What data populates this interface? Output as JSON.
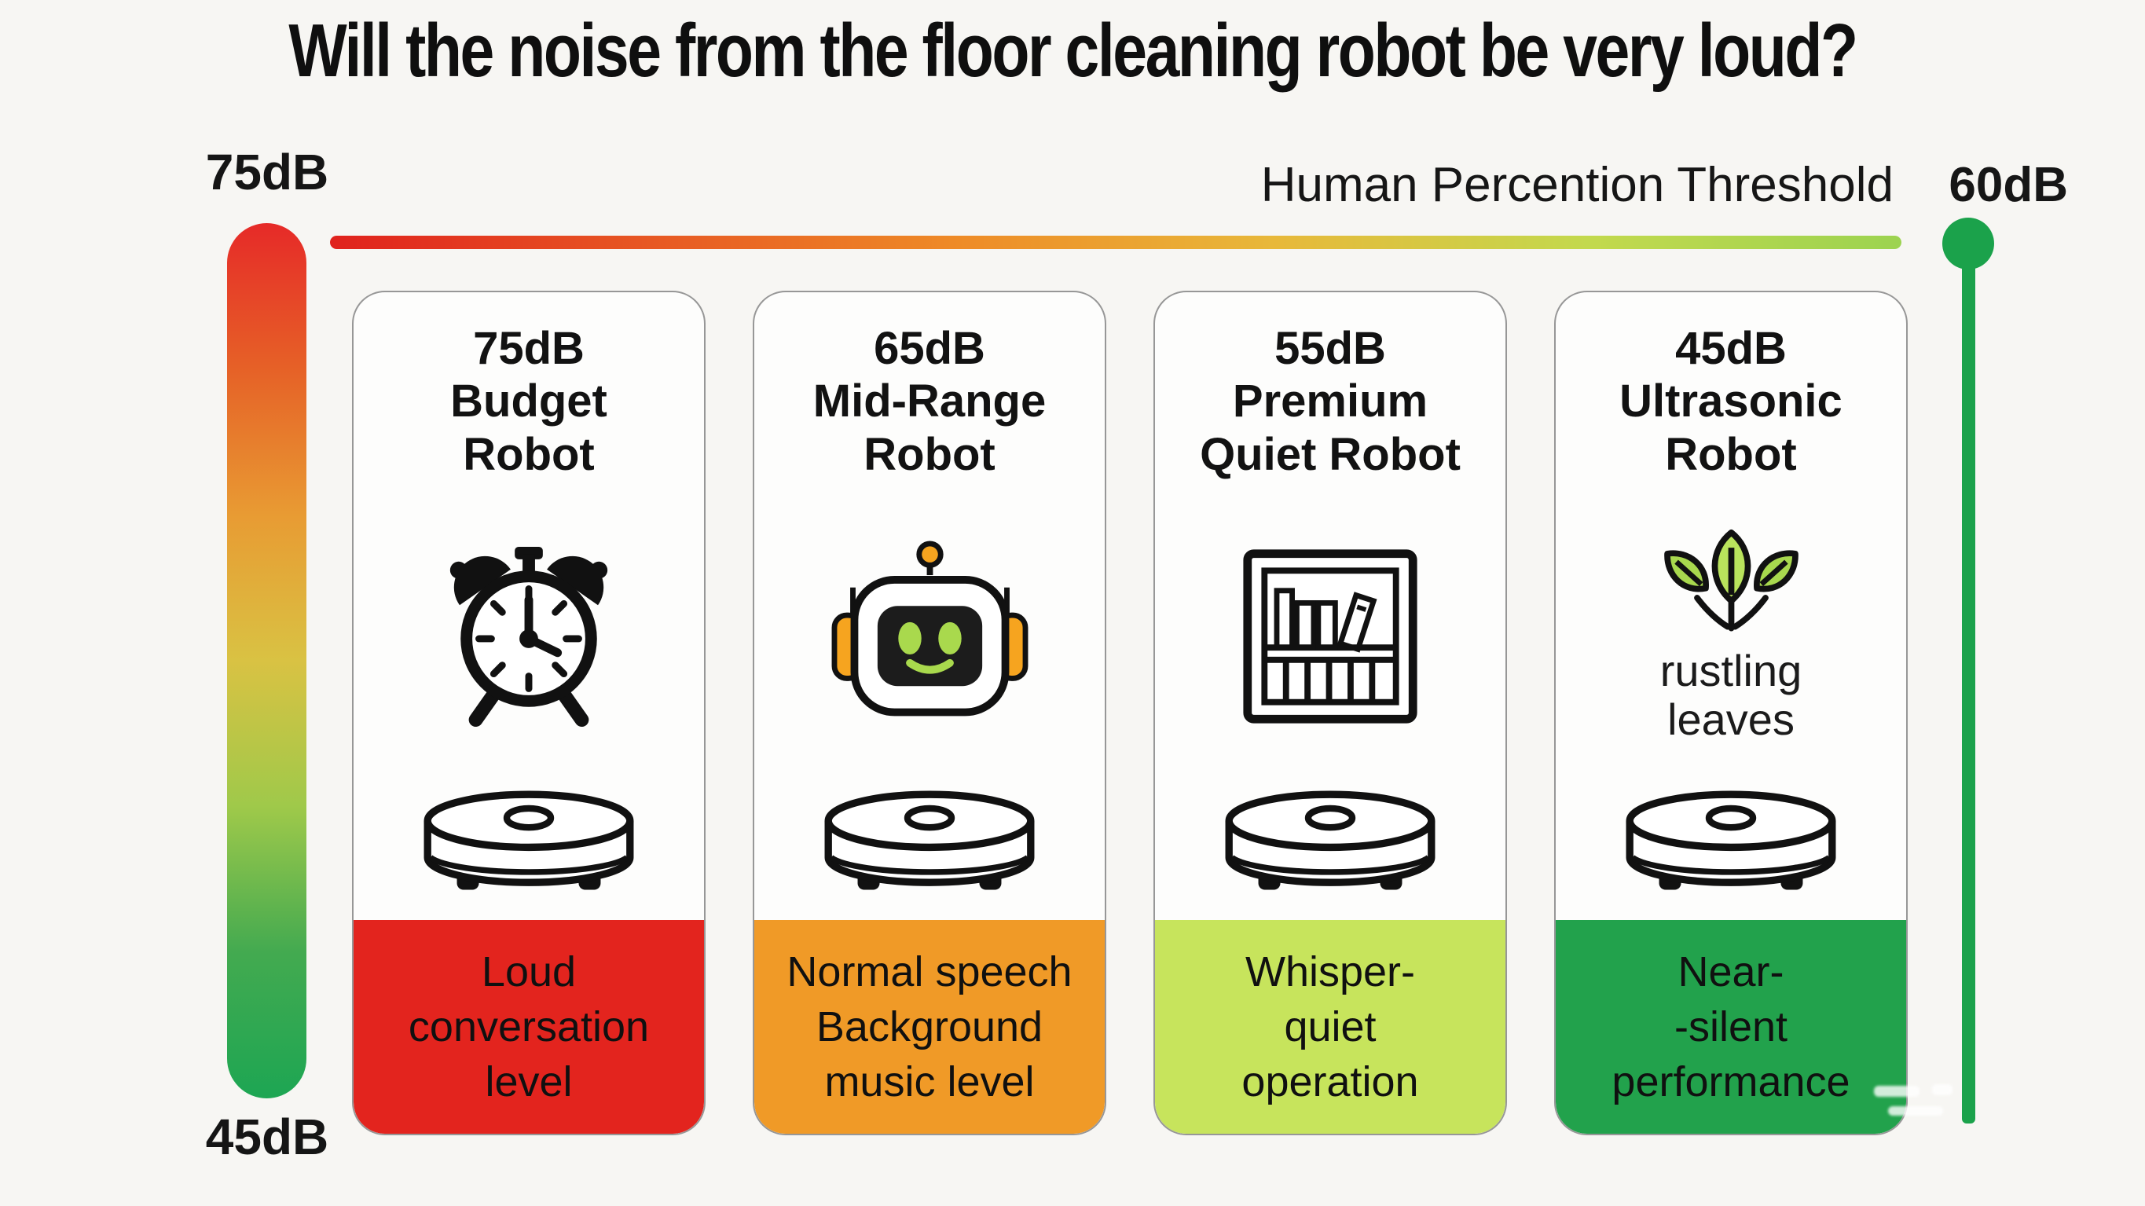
{
  "title": "Will the noise from the floor cleaning robot be very loud?",
  "scale": {
    "top_label": "75dB",
    "bottom_label": "45dB",
    "gradient": [
      "#e62a28",
      "#e66127",
      "#e89b33",
      "#d9c243",
      "#9fc94a",
      "#43aa50",
      "#1da653"
    ]
  },
  "threshold": {
    "label": "Human Percention Threshold",
    "value_label": "60dB",
    "gradient": [
      "#e0221d",
      "#e75723",
      "#ee8b27",
      "#e8b83a",
      "#c3d94d",
      "#9cd350"
    ],
    "marker_color": "#1ba24b"
  },
  "cards": [
    {
      "title_lines": [
        "75dB",
        "Budget",
        "Robot"
      ],
      "icon": "alarm-clock",
      "footer_lines": [
        "Loud",
        "conversation",
        "level"
      ],
      "footer_color": "#e3241e"
    },
    {
      "title_lines": [
        "65dB",
        "Mid-Range",
        "Robot"
      ],
      "icon": "robot-face",
      "footer_lines": [
        "Normal speech",
        "Background",
        "music level"
      ],
      "footer_color": "#f09a27"
    },
    {
      "title_lines": [
        "55dB",
        "Premium",
        "Quiet Robot"
      ],
      "icon": "bookshelf",
      "footer_lines": [
        "Whisper-",
        "quiet",
        "operation"
      ],
      "footer_color": "#c7e45c"
    },
    {
      "title_lines": [
        "45dB",
        "Ultrasonic",
        "Robot"
      ],
      "icon": "rustling-leaves",
      "icon_caption_lines": [
        "rustling",
        "leaves"
      ],
      "footer_lines": [
        "Near-",
        "-silent",
        "performance"
      ],
      "footer_color": "#22a24c"
    }
  ]
}
